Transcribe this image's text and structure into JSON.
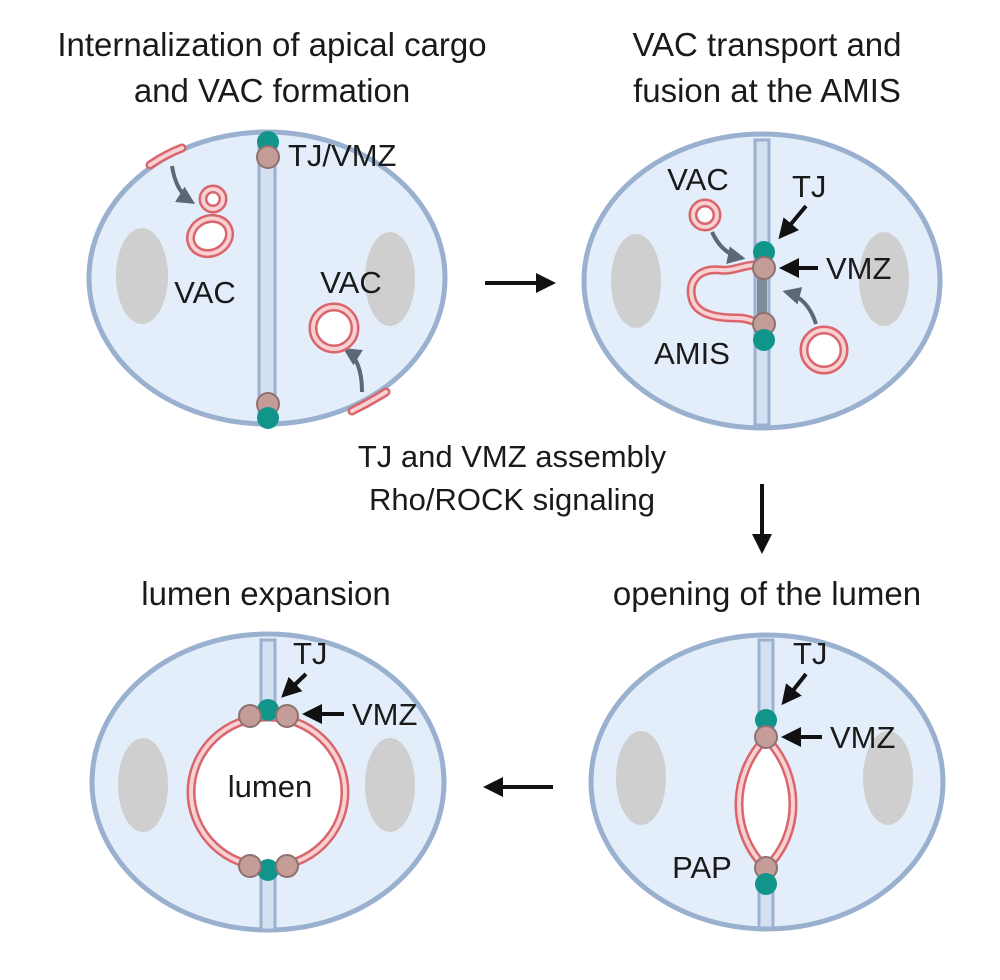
{
  "panels": {
    "p1": {
      "title_line1": "Internalization of apical cargo",
      "title_line2": "and VAC formation",
      "label_tjvmz": "TJ/VMZ",
      "label_vac_left": "VAC",
      "label_vac_right": "VAC"
    },
    "p2": {
      "title_line1": "VAC transport and",
      "title_line2": "fusion at the AMIS",
      "label_vac": "VAC",
      "label_tj": "TJ",
      "label_vmz": "VMZ",
      "label_amis": "AMIS"
    },
    "p3": {
      "title": "opening of the lumen",
      "label_tj": "TJ",
      "label_vmz": "VMZ",
      "label_pap": "PAP"
    },
    "p4": {
      "title": "lumen expansion",
      "label_tj": "TJ",
      "label_vmz": "VMZ",
      "label_lumen": "lumen"
    }
  },
  "transition": {
    "line1": "TJ and VMZ assembly",
    "line2": "Rho/ROCK signaling"
  },
  "colors": {
    "cell_fill": "#e4eefa",
    "cell_border": "#9ab0cf",
    "nucleus": "#cfcfcf",
    "apical_membrane": "#d9666c",
    "tight_junction": "#11958b",
    "vmz": "#c49c98"
  }
}
